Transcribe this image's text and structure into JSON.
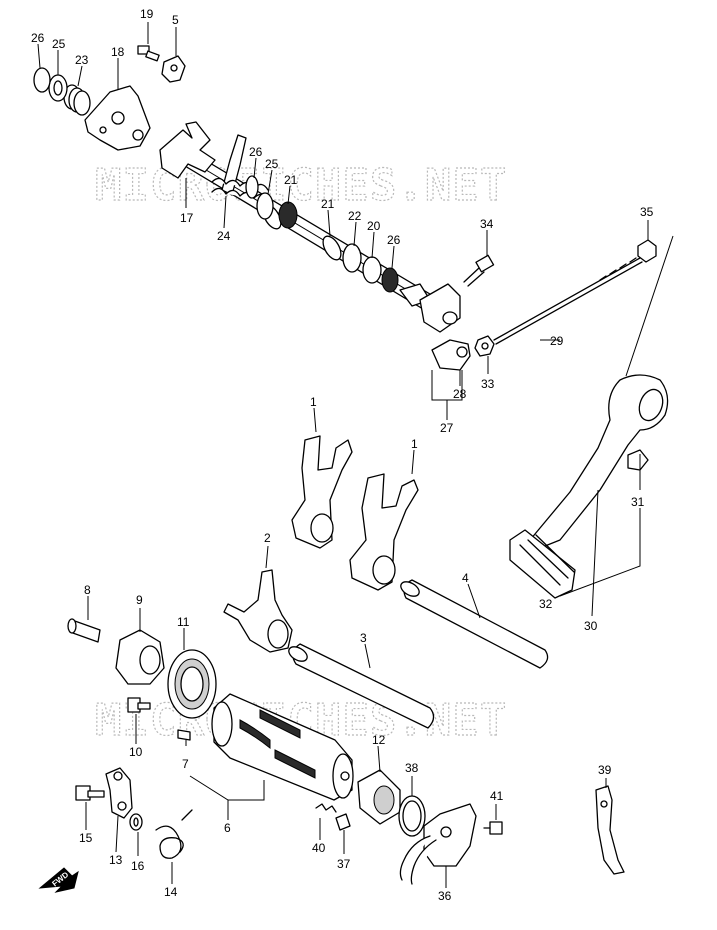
{
  "watermark": {
    "text": "MICROFICHES.NET",
    "color": "#b9b9b9"
  },
  "fwd_arrow": {
    "label": "FWD",
    "icon": "fwd-arrow-icon"
  },
  "callouts": {
    "c1a": "1",
    "c1b": "1",
    "c2": "2",
    "c3": "3",
    "c4": "4",
    "c5": "5",
    "c6": "6",
    "c7": "7",
    "c8": "8",
    "c9": "9",
    "c10": "10",
    "c11": "11",
    "c12": "12",
    "c13": "13",
    "c14": "14",
    "c15": "15",
    "c16": "16",
    "c17": "17",
    "c18": "18",
    "c19": "19",
    "c20": "20",
    "c21a": "21",
    "c21b": "21",
    "c22": "22",
    "c23": "23",
    "c24": "24",
    "c25a": "25",
    "c25b": "25",
    "c26a": "26",
    "c26b": "26",
    "c26c": "26",
    "c27": "27",
    "c28": "28",
    "c29": "29",
    "c30": "30",
    "c31": "31",
    "c32": "32",
    "c33": "33",
    "c34": "34",
    "c35": "35",
    "c36": "36",
    "c37": "37",
    "c38": "38",
    "c39": "39",
    "c40": "40",
    "c41": "41"
  }
}
